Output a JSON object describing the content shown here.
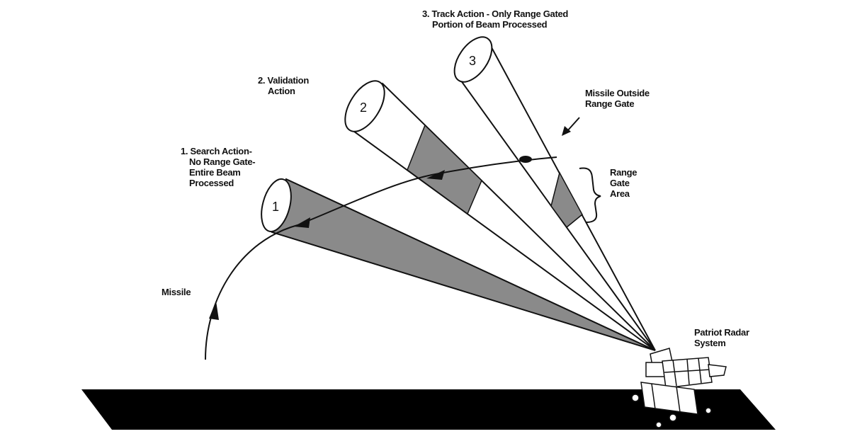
{
  "labels": {
    "track": {
      "line1": "3. Track Action - Only Range Gated",
      "line2": "Portion of Beam Processed"
    },
    "validation": {
      "line1": "2. Validation",
      "line2": "Action"
    },
    "search": {
      "line1": "1. Search Action-",
      "line2": "No Range Gate-",
      "line3": "Entire Beam",
      "line4": "Processed"
    },
    "missile_outside": {
      "line1": "Missile Outside",
      "line2": "Range Gate"
    },
    "range_gate": {
      "line1": "Range",
      "line2": "Gate",
      "line3": "Area"
    },
    "missile": "Missile",
    "radar": {
      "line1": "Patriot Radar",
      "line2": "System"
    }
  },
  "beam_numbers": [
    "1",
    "2",
    "3"
  ],
  "colors": {
    "shade": "#8a8a8a",
    "ink": "#111111",
    "ground": "#000000"
  }
}
